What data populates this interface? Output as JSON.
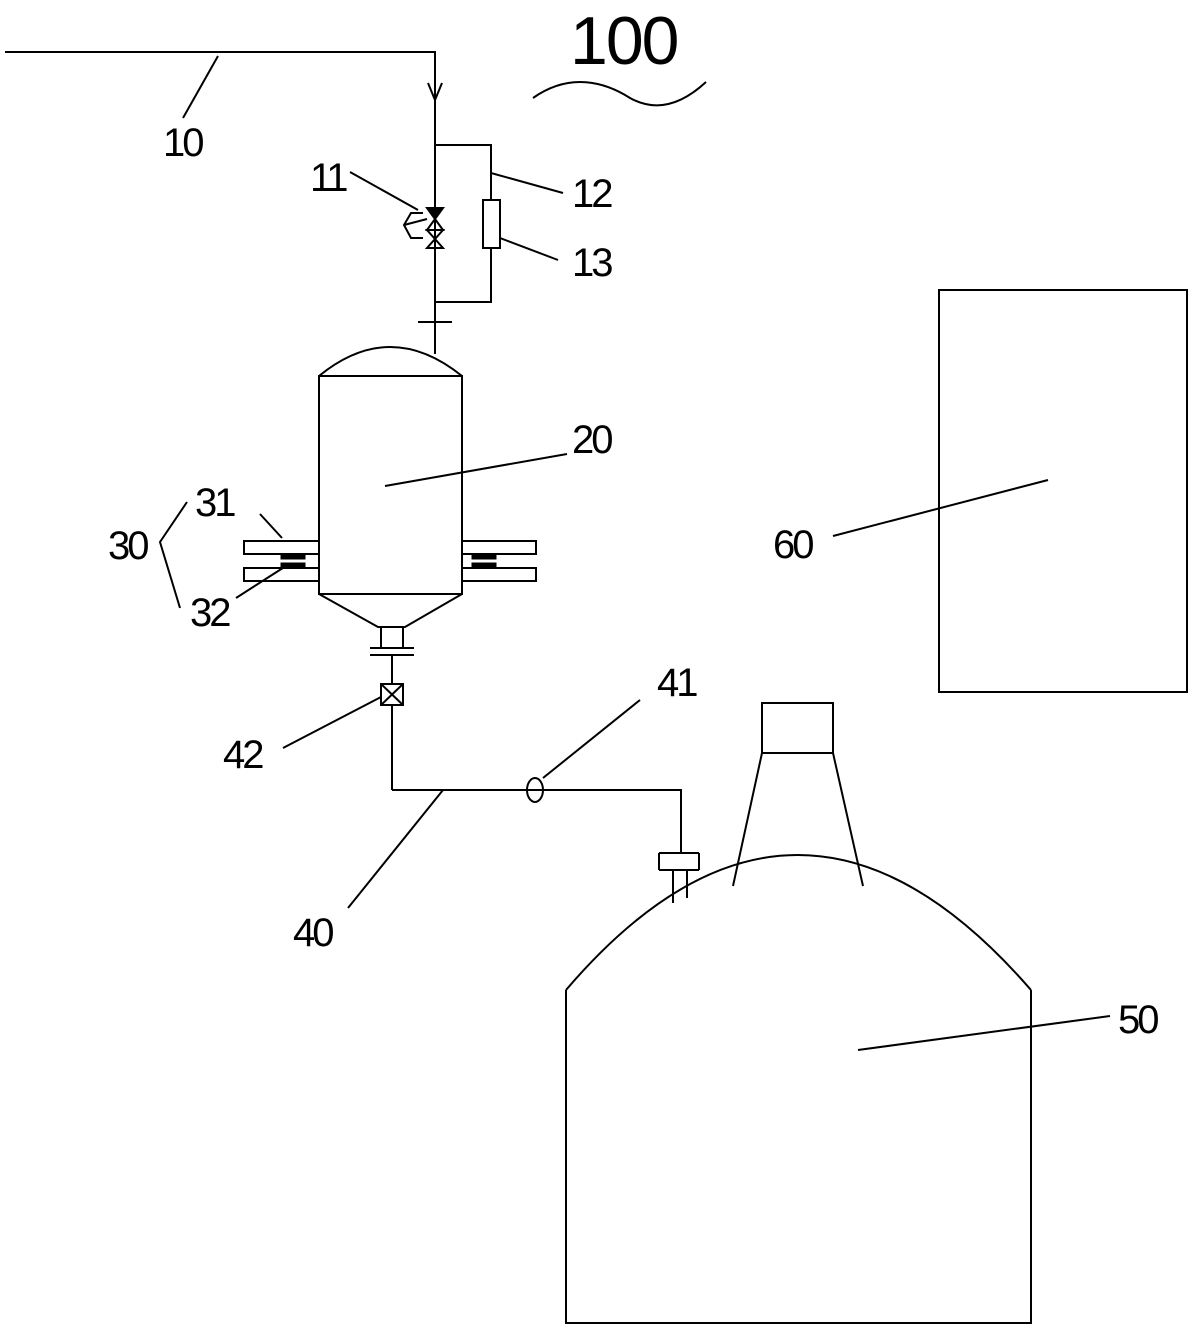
{
  "figure_number": "100",
  "labels": {
    "pipe_inlet": "10",
    "valve": "11",
    "bypass_pipe": "12",
    "bypass_component": "13",
    "vessel": "20",
    "support": "30",
    "support_plate": "31",
    "support_roller": "32",
    "outlet_pipe": "40",
    "flow_meter": "41",
    "outlet_valve": "42",
    "tank": "50",
    "control_box": "60"
  }
}
